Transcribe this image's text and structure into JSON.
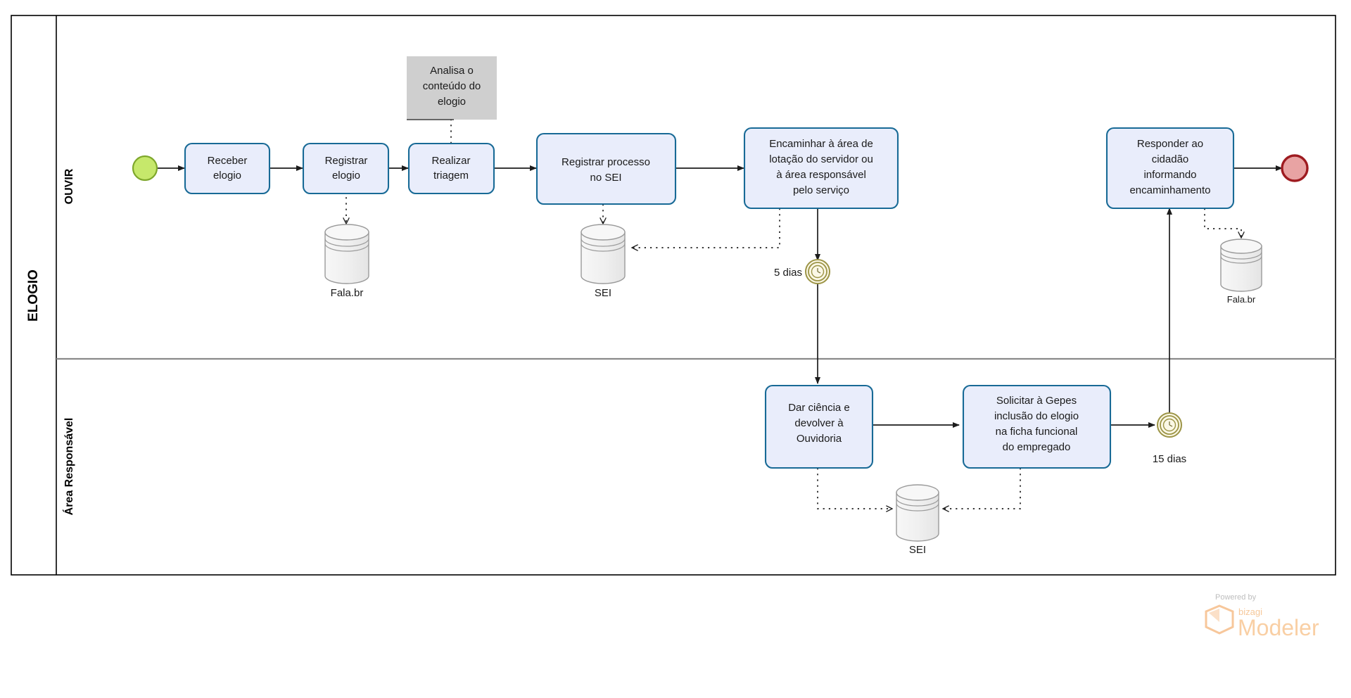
{
  "diagram": {
    "type": "bpmn-process",
    "pool": {
      "label": "ELOGIO"
    },
    "lanes": [
      {
        "id": "ouvir",
        "label": "OUVIR"
      },
      {
        "id": "area",
        "label": "Área Responsável"
      }
    ],
    "events": [
      {
        "id": "start",
        "kind": "start-event",
        "label": ""
      },
      {
        "id": "end",
        "kind": "end-event",
        "label": ""
      },
      {
        "id": "timer5",
        "kind": "timer-intermediate-event",
        "label": "5 dias"
      },
      {
        "id": "timer15",
        "kind": "timer-intermediate-event",
        "label": "15 dias"
      }
    ],
    "tasks": [
      {
        "id": "t1",
        "label": "Receber elogio",
        "lines": [
          "Receber",
          "elogio"
        ],
        "lane": "ouvir"
      },
      {
        "id": "t2",
        "label": "Registrar elogio",
        "lines": [
          "Registrar",
          "elogio"
        ],
        "lane": "ouvir"
      },
      {
        "id": "t3",
        "label": "Realizar triagem",
        "lines": [
          "Realizar",
          "triagem"
        ],
        "lane": "ouvir"
      },
      {
        "id": "t4",
        "label": "Registrar processo no SEI",
        "lines": [
          "Registrar processo",
          "no SEI"
        ],
        "lane": "ouvir"
      },
      {
        "id": "t5",
        "label": "Encaminhar à área de lotação do servidor ou à área responsável pelo serviço",
        "lines": [
          "Encaminhar à área de",
          "lotação do servidor ou",
          "à área responsável",
          "pelo serviço"
        ],
        "lane": "ouvir"
      },
      {
        "id": "t6",
        "label": "Responder ao cidadão informando encaminhamento",
        "lines": [
          "Responder ao",
          "cidadão",
          "informando",
          "encaminhamento"
        ],
        "lane": "ouvir"
      },
      {
        "id": "t7",
        "label": "Dar ciência e devolver à Ouvidoria",
        "lines": [
          "Dar ciência e",
          "devolver à",
          "Ouvidoria"
        ],
        "lane": "area"
      },
      {
        "id": "t8",
        "label": "Solicitar à Gepes inclusão do elogio na ficha funcional do empregado",
        "lines": [
          "Solicitar à Gepes",
          "inclusão do elogio",
          "na ficha funcional",
          "do empregado"
        ],
        "lane": "area"
      }
    ],
    "annotations": [
      {
        "id": "a1",
        "label": "Analisa o conteúdo do elogio",
        "lines": [
          "Analisa o",
          "conteúdo do",
          "elogio"
        ],
        "attached_to": "t3"
      }
    ],
    "data_stores": [
      {
        "id": "ds1",
        "label": "Fala.br",
        "lane": "ouvir"
      },
      {
        "id": "ds2",
        "label": "SEI",
        "lane": "ouvir"
      },
      {
        "id": "ds3",
        "label": "Fala.br",
        "lane": "ouvir"
      },
      {
        "id": "ds4",
        "label": "SEI",
        "lane": "area"
      }
    ],
    "watermark": {
      "powered_by": "Powered by",
      "brand": "bizagi",
      "product": "Modeler"
    },
    "colors": {
      "task_fill": "#e9edfb",
      "task_stroke": "#186a96",
      "start_fill": "#c6e86b",
      "start_stroke": "#7ea72b",
      "end_fill": "#e8a3a3",
      "end_stroke": "#9e1b20",
      "timer_stroke": "#9c9446",
      "timer_fill": "#fbf8e6",
      "annotation_fill": "#cfcfcf",
      "store_fill": "#f0f0f0",
      "store_stroke": "#9a9a9a",
      "pool_stroke": "#000000",
      "lane_divider": "#8a8a8a",
      "flow_stroke": "#1c1c1c"
    }
  }
}
